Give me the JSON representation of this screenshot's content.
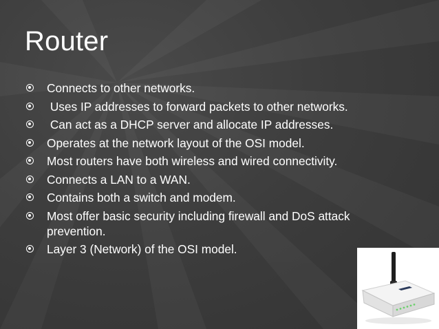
{
  "slide": {
    "title": "Router",
    "bullets": [
      {
        "text": "Connects to other networks."
      },
      {
        "text": " Uses IP addresses to forward packets to other networks."
      },
      {
        "text": " Can act as a DHCP server and allocate IP addresses."
      },
      {
        "text": "Operates at the network layout of the OSI model."
      },
      {
        "text": "Most routers have both wireless and wired connectivity."
      },
      {
        "text": "Connects a LAN to a WAN."
      },
      {
        "text": "Contains both a switch and modem."
      },
      {
        "text": "Most offer basic security including firewall and DoS attack prevention."
      },
      {
        "text": "Layer 3 (Network) of the OSI model."
      }
    ],
    "bullet_icon": "circle-bullet-icon",
    "image": {
      "subject": "router-image"
    }
  },
  "colors": {
    "background": "#3b3b3b",
    "text": "#ffffff"
  }
}
